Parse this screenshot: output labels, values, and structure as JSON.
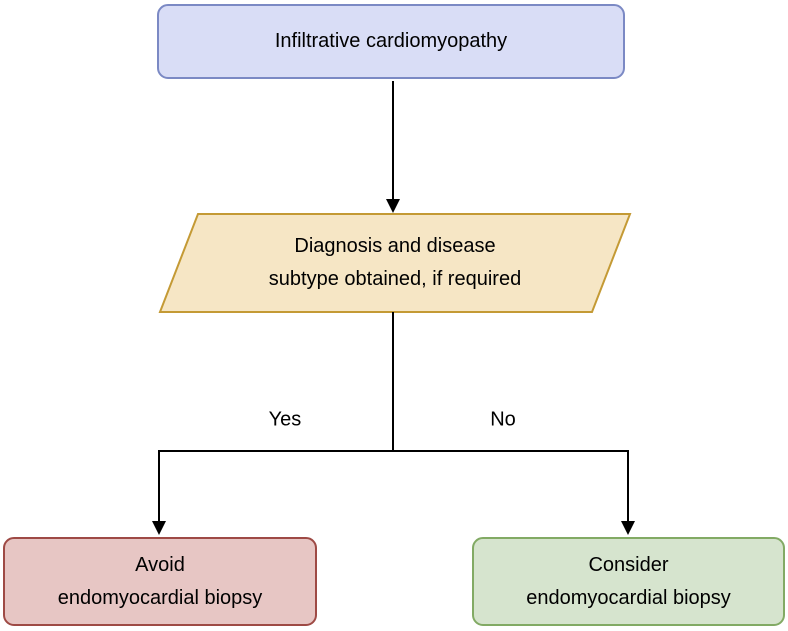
{
  "diagram": {
    "nodes": {
      "start": {
        "label": "Infiltrative cardiomyopathy",
        "shape": "rounded-rectangle",
        "fill": "#d9ddf6",
        "stroke": "#7b89c4"
      },
      "decision": {
        "label": "Diagnosis and disease\nsubtype obtained, if required",
        "shape": "parallelogram",
        "fill": "#f6e6c5",
        "stroke": "#c49a35"
      },
      "avoid": {
        "label": "Avoid\nendomyocardial biopsy",
        "shape": "rounded-rectangle",
        "fill": "#e7c6c4",
        "stroke": "#9e4a45"
      },
      "consider": {
        "label": "Consider\nendomyocardial biopsy",
        "shape": "rounded-rectangle",
        "fill": "#d6e4ce",
        "stroke": "#82aa64"
      }
    },
    "edge_labels": {
      "yes": "Yes",
      "no": "No"
    },
    "connector_color": "#000000"
  }
}
